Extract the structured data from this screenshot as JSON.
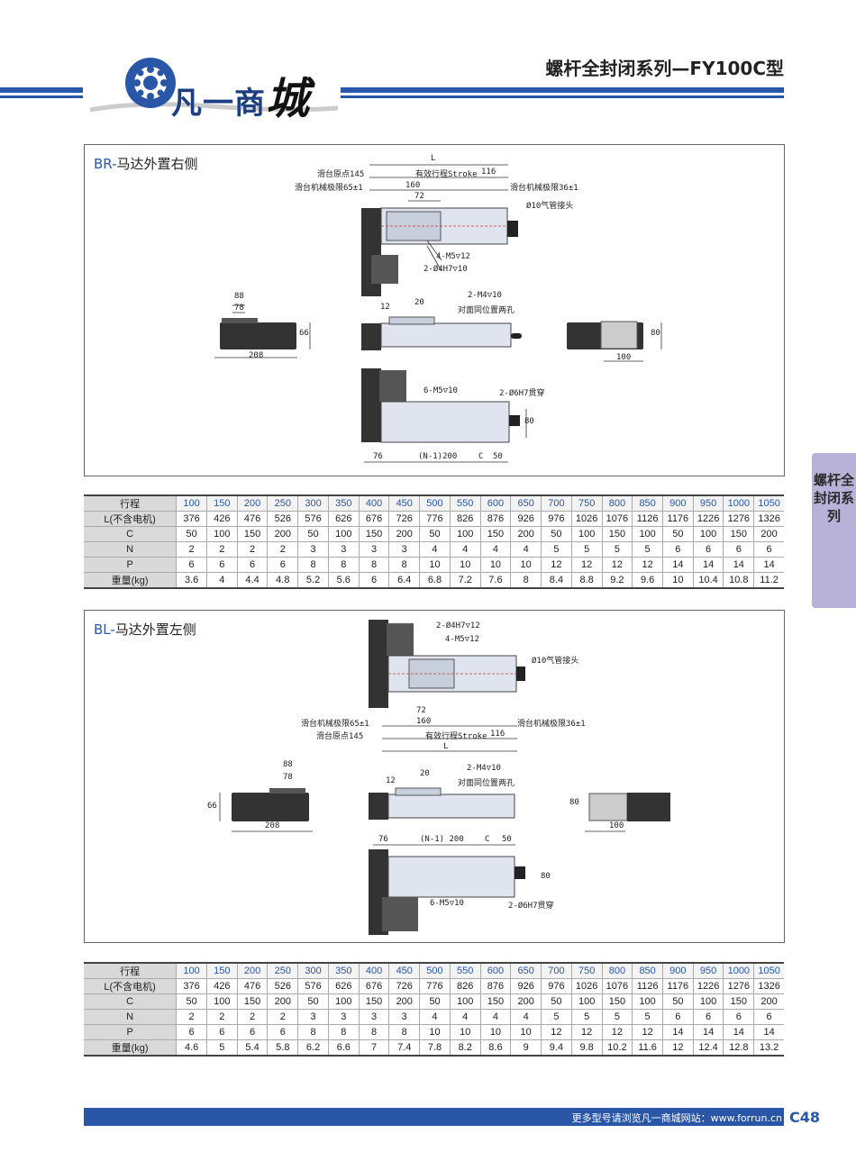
{
  "header": {
    "logo_text": "凡一商",
    "logo_city": "城",
    "title": "螺杆全封闭系列—FY100C型"
  },
  "side_tab": {
    "label": "螺杆全封闭系列"
  },
  "br_panel": {
    "code": "BR-",
    "title": "马达外置右侧",
    "dims": {
      "L": "L",
      "origin": "滑台原点145",
      "stroke": "有效行程Stroke",
      "d116": "116",
      "limit_left": "滑台机械极限65±1",
      "d160": "160",
      "limit_right": "滑台机械极限36±1",
      "d72": "72",
      "air": "Ø10气管接头",
      "m5_12": "4-M5▽12",
      "h7_10": "2-Ø4H7▽10",
      "d88": "88",
      "d78": "78",
      "d66": "66",
      "d208": "208",
      "d12": "12",
      "d20": "20",
      "m4": "2-M4▽10",
      "m4_note": "对面同位置两孔",
      "d80": "80",
      "d100": "100",
      "m5_10": "6-M5▽10",
      "h7_thru": "2-Ø6H7贯穿",
      "d76": "76",
      "n200": "(N-1)200",
      "c": "C",
      "d50": "50"
    }
  },
  "bl_panel": {
    "code": "BL-",
    "title": "马达外置左侧",
    "dims": {
      "h7_12": "2-Ø4H7▽12",
      "m5_12": "4-M5▽12",
      "air": "Ø10气管接头",
      "limit_left": "滑台机械极限65±1",
      "d160": "160",
      "d72": "72",
      "limit_right": "滑台机械极限36±1",
      "origin": "滑台原点145",
      "stroke": "有效行程Stroke",
      "d116": "116",
      "L": "L",
      "d88": "88",
      "d78": "78",
      "d66": "66",
      "d208": "208",
      "m4": "2-M4▽10",
      "d12": "12",
      "d20": "20",
      "m4_note": "对面同位置两孔",
      "d80": "80",
      "d100": "100",
      "d76": "76",
      "n200": "(N-1) 200",
      "c": "C",
      "d50": "50",
      "m5_10": "6-M5▽10",
      "h7_thru": "2-Ø6H7贯穿"
    }
  },
  "table_br": {
    "rows": [
      {
        "label": "行程",
        "values": [
          "100",
          "150",
          "200",
          "250",
          "300",
          "350",
          "400",
          "450",
          "500",
          "550",
          "600",
          "650",
          "700",
          "750",
          "800",
          "850",
          "900",
          "950",
          "1000",
          "1050"
        ]
      },
      {
        "label": "L(不含电机)",
        "values": [
          "376",
          "426",
          "476",
          "526",
          "576",
          "626",
          "676",
          "726",
          "776",
          "826",
          "876",
          "926",
          "976",
          "1026",
          "1076",
          "1126",
          "1176",
          "1226",
          "1276",
          "1326"
        ]
      },
      {
        "label": "C",
        "values": [
          "50",
          "100",
          "150",
          "200",
          "50",
          "100",
          "150",
          "200",
          "50",
          "100",
          "150",
          "200",
          "50",
          "100",
          "150",
          "100",
          "50",
          "100",
          "150",
          "200"
        ]
      },
      {
        "label": "N",
        "values": [
          "2",
          "2",
          "2",
          "2",
          "3",
          "3",
          "3",
          "3",
          "4",
          "4",
          "4",
          "4",
          "5",
          "5",
          "5",
          "5",
          "6",
          "6",
          "6",
          "6"
        ]
      },
      {
        "label": "P",
        "values": [
          "6",
          "6",
          "6",
          "6",
          "8",
          "8",
          "8",
          "8",
          "10",
          "10",
          "10",
          "10",
          "12",
          "12",
          "12",
          "12",
          "14",
          "14",
          "14",
          "14"
        ]
      },
      {
        "label": "重量(kg)",
        "values": [
          "3.6",
          "4",
          "4.4",
          "4.8",
          "5.2",
          "5.6",
          "6",
          "6.4",
          "6.8",
          "7.2",
          "7.6",
          "8",
          "8.4",
          "8.8",
          "9.2",
          "9.6",
          "10",
          "10.4",
          "10.8",
          "11.2"
        ]
      }
    ]
  },
  "table_bl": {
    "rows": [
      {
        "label": "行程",
        "values": [
          "100",
          "150",
          "200",
          "250",
          "300",
          "350",
          "400",
          "450",
          "500",
          "550",
          "600",
          "650",
          "700",
          "750",
          "800",
          "850",
          "900",
          "950",
          "1000",
          "1050"
        ]
      },
      {
        "label": "L(不含电机)",
        "values": [
          "376",
          "426",
          "476",
          "526",
          "576",
          "626",
          "676",
          "726",
          "776",
          "826",
          "876",
          "926",
          "976",
          "1026",
          "1076",
          "1126",
          "1176",
          "1226",
          "1276",
          "1326"
        ]
      },
      {
        "label": "C",
        "values": [
          "50",
          "100",
          "150",
          "200",
          "50",
          "100",
          "150",
          "200",
          "50",
          "100",
          "150",
          "200",
          "50",
          "100",
          "150",
          "100",
          "50",
          "100",
          "150",
          "200"
        ]
      },
      {
        "label": "N",
        "values": [
          "2",
          "2",
          "2",
          "2",
          "3",
          "3",
          "3",
          "3",
          "4",
          "4",
          "4",
          "4",
          "5",
          "5",
          "5",
          "5",
          "6",
          "6",
          "6",
          "6"
        ]
      },
      {
        "label": "P",
        "values": [
          "6",
          "6",
          "6",
          "6",
          "8",
          "8",
          "8",
          "8",
          "10",
          "10",
          "10",
          "10",
          "12",
          "12",
          "12",
          "12",
          "14",
          "14",
          "14",
          "14"
        ]
      },
      {
        "label": "重量(kg)",
        "values": [
          "4.6",
          "5",
          "5.4",
          "5.8",
          "6.2",
          "6.6",
          "7",
          "7.4",
          "7.8",
          "8.2",
          "8.6",
          "9",
          "9.4",
          "9.8",
          "10.2",
          "11.6",
          "12",
          "12.4",
          "12.8",
          "13.2"
        ]
      }
    ]
  },
  "footer": {
    "text": "更多型号请浏览凡一商城网站：www.forrun.cn",
    "page_code": "C48"
  }
}
